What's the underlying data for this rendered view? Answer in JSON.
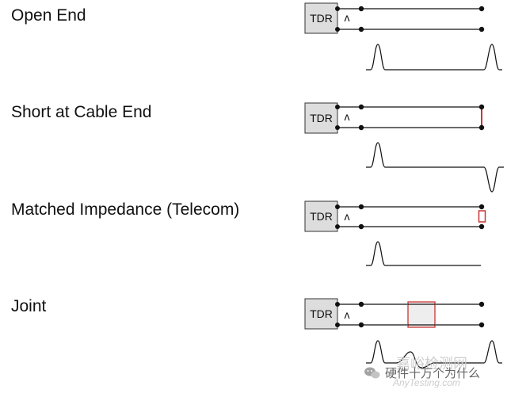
{
  "cases": [
    {
      "label": "Open End",
      "termination": "open"
    },
    {
      "label": "Short at Cable End",
      "termination": "short"
    },
    {
      "label": "Matched Impedance (Telecom)",
      "termination": "matched"
    },
    {
      "label": "Joint",
      "termination": "joint"
    }
  ],
  "box_label": "TDR",
  "pulse_glyph": "ʌ",
  "colors": {
    "line": "#111111",
    "box_fill": "#dddddd",
    "fault": "#cc3333",
    "joint_fill": "#eeeeee",
    "watermark": "#c8c8c8"
  },
  "watermark": {
    "text": "硬件十万个为什么",
    "site_cn": "嘉峪检测网",
    "site_en": "AnyTesting.com",
    "icon": "wechat-icon"
  }
}
